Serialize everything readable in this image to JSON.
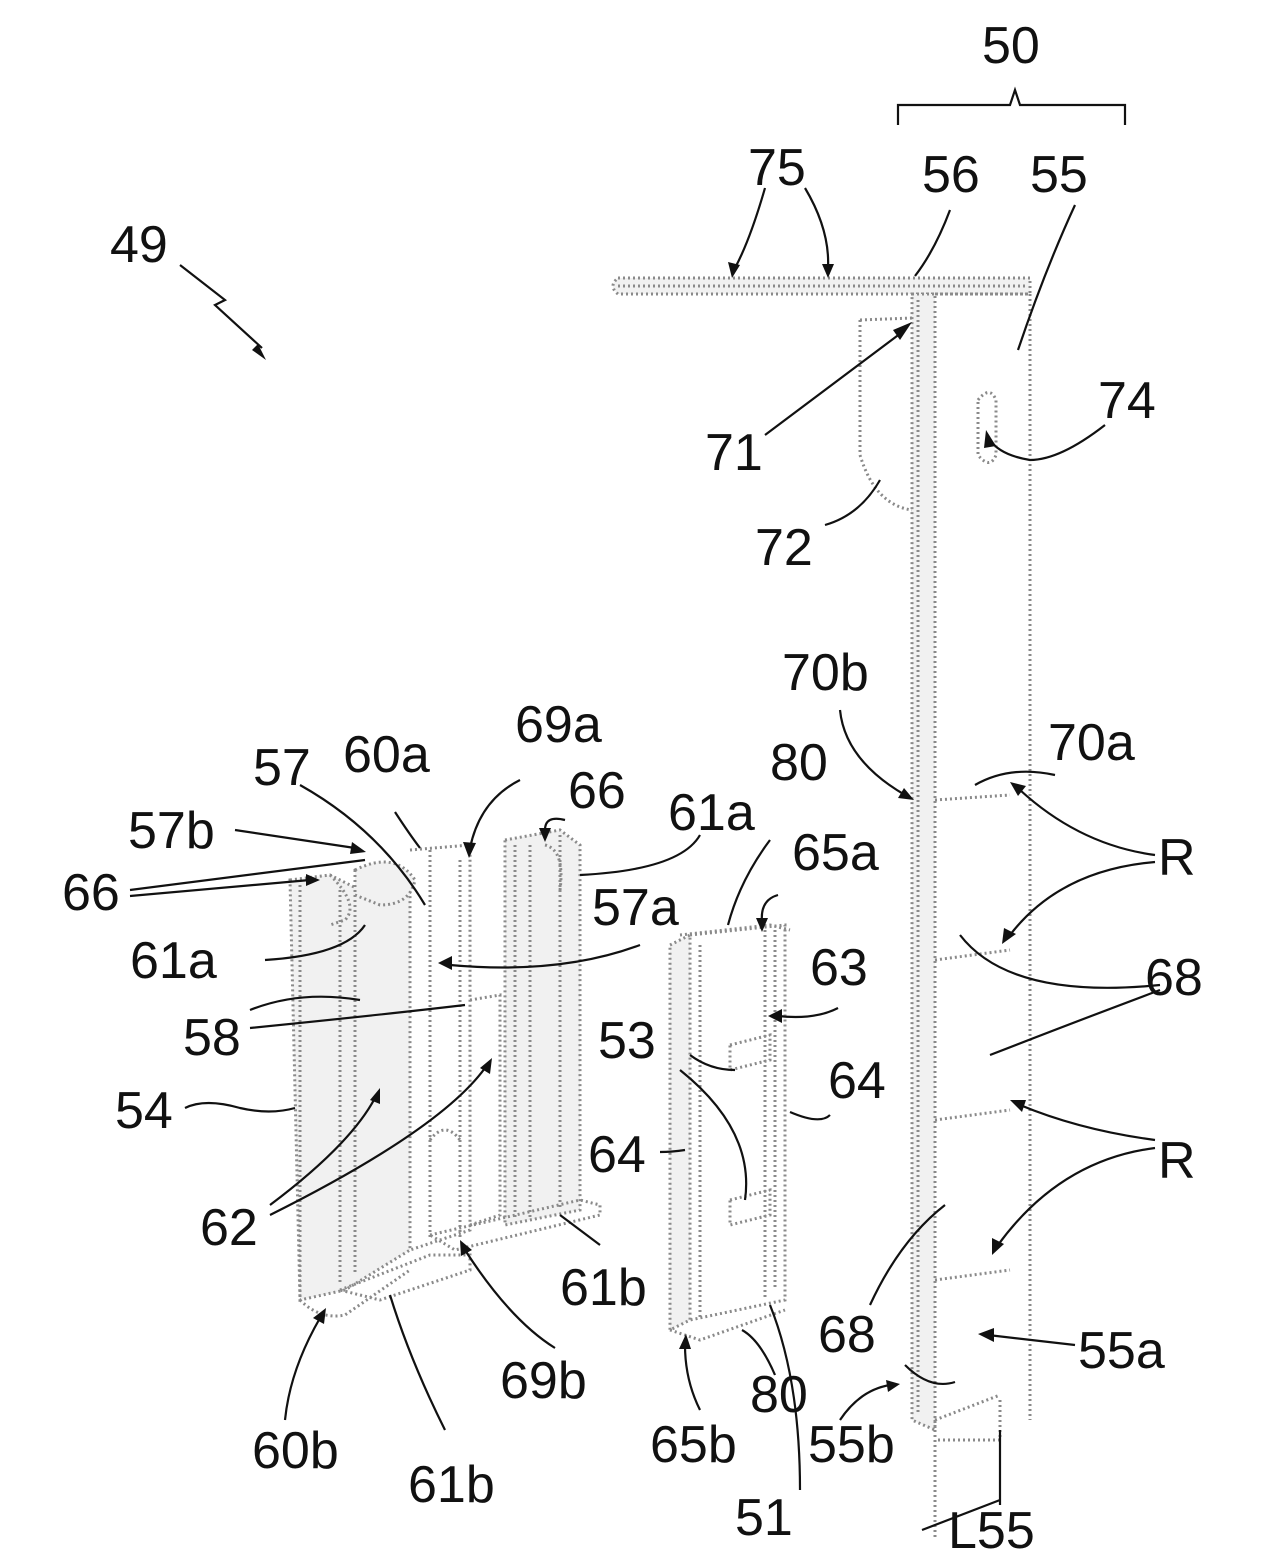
{
  "labels": {
    "l50": "50",
    "l75": "75",
    "l56": "56",
    "l55": "55",
    "l49": "49",
    "l74": "74",
    "l71": "71",
    "l72": "72",
    "l70b": "70b",
    "l70a": "70a",
    "l69a": "69a",
    "l57": "57",
    "l60a": "60a",
    "l80top": "80",
    "l66top": "66",
    "l57b": "57b",
    "l61a_top": "61a",
    "l65a": "65a",
    "lR1": "R",
    "l66left": "66",
    "l57a": "57a",
    "l61a_left": "61a",
    "l63": "63",
    "l68a": "68",
    "l58": "58",
    "l53": "53",
    "l64right": "64",
    "l54": "54",
    "l64left": "64",
    "lR2": "R",
    "l62": "62",
    "l61b_mid": "61b",
    "l68b": "68",
    "l55a": "55a",
    "l69b": "69b",
    "l80bot": "80",
    "l60b": "60b",
    "l65b": "65b",
    "l55b": "55b",
    "l61b_bot": "61b",
    "l51": "51",
    "lL55": "L55"
  }
}
